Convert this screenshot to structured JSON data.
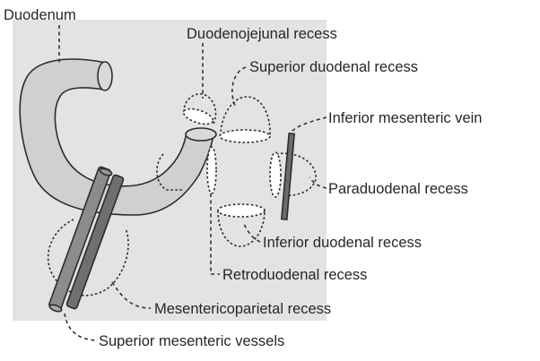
{
  "diagram": {
    "labels": {
      "duodenum": "Duodenum",
      "duodenojejunal_recess": "Duodenojejunal recess",
      "superior_duodenal_recess": "Superior duodenal recess",
      "inferior_mesenteric_vein": "Inferior mesenteric vein",
      "paraduodenal_recess": "Paraduodenal recess",
      "inferior_duodenal_recess": "Inferior duodenal recess",
      "retroduodenal_recess": "Retroduodenal recess",
      "mesentericoparietal_recess": "Mesentericoparietal recess",
      "superior_mesenteric_vessels": "Superior mesenteric vessels"
    },
    "colors": {
      "background_panel": "#e3e3e3",
      "duodenum_fill": "#d0d0d0",
      "vessel_fill": "#7e7e7e",
      "vein_fill": "#6c6c6c",
      "text": "#262626"
    }
  }
}
